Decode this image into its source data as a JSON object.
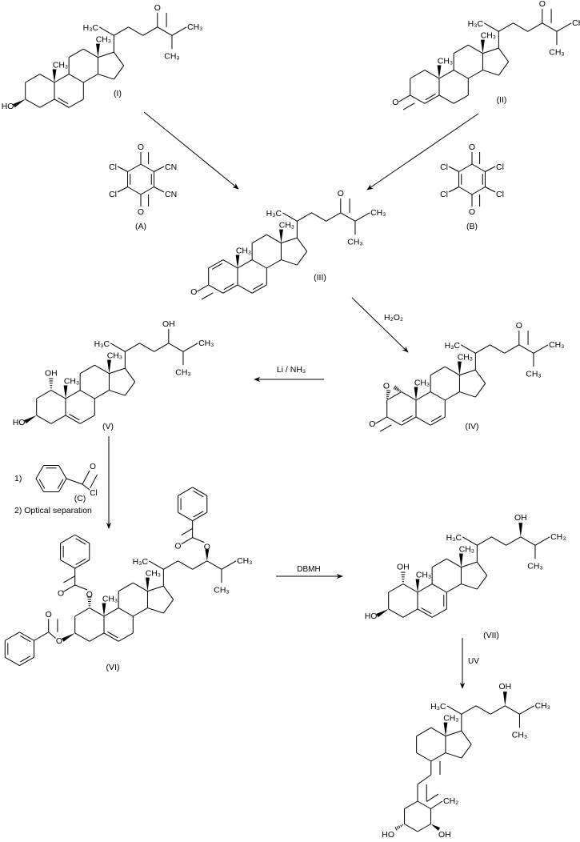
{
  "compounds": {
    "I": "(I)",
    "II": "(II)",
    "III": "(III)",
    "IV": "(IV)",
    "V": "(V)",
    "VI": "(VI)",
    "VII": "(VII)"
  },
  "atoms": {
    "ch3": "CH₃",
    "h3c": "H₃C",
    "o": "O",
    "oh": "OH",
    "ho": "HO",
    "cl": "Cl",
    "cn": "CN",
    "ch2": "CH₂"
  },
  "reagents": {
    "A": "(A)",
    "B": "(B)",
    "C": "(C)",
    "step1": "1)",
    "step2": "2) Optical separation"
  },
  "conditions": {
    "h2o2": "H₂O₂",
    "li_nh3": "Li / NH₃",
    "dbmh": "DBMH",
    "uv": "UV"
  }
}
